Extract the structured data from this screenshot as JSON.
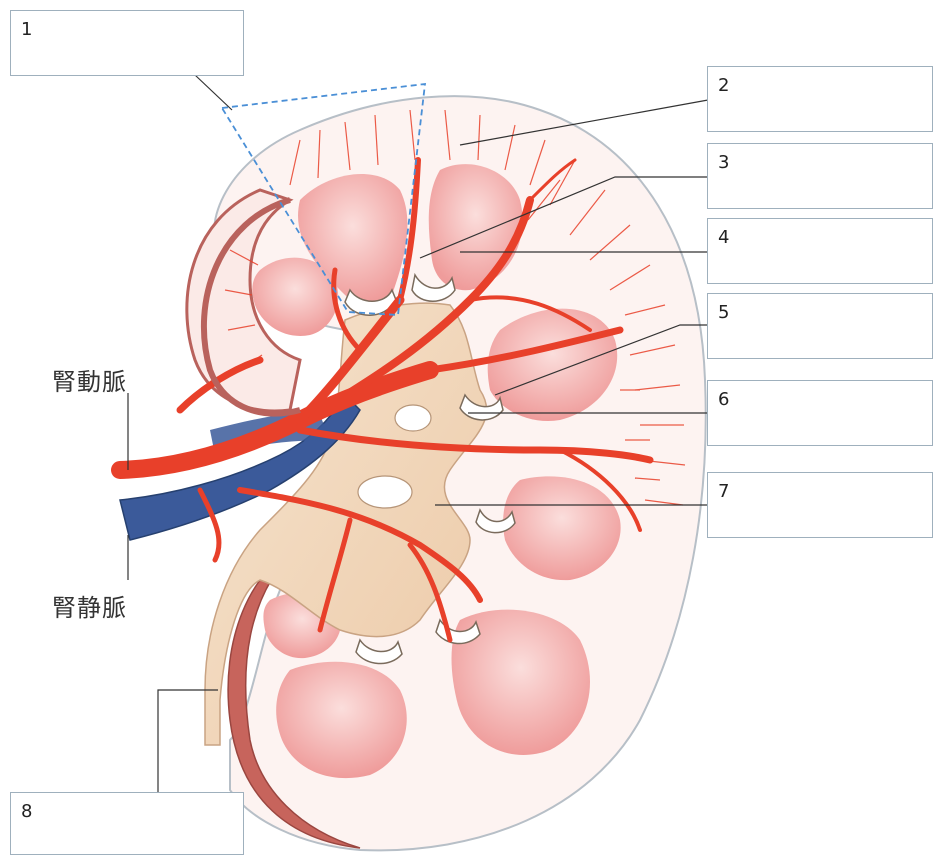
{
  "labels": [
    {
      "id": "1",
      "text": "1"
    },
    {
      "id": "2",
      "text": "2"
    },
    {
      "id": "3",
      "text": "3"
    },
    {
      "id": "4",
      "text": "4"
    },
    {
      "id": "5",
      "text": "5"
    },
    {
      "id": "6",
      "text": "6"
    },
    {
      "id": "7",
      "text": "7"
    },
    {
      "id": "8",
      "text": "8"
    }
  ],
  "vessels": {
    "renal_artery": "腎動脈",
    "renal_vein": "腎静脈"
  },
  "colors": {
    "artery": "#e8402a",
    "vein": "#3b5a9a",
    "cortex_bg": "#fdf3f1",
    "pyramid": "#f2a9a8",
    "pelvis": "#f3dcc2",
    "capsule": "#c7645c",
    "label_border": "#9fb0bd",
    "dashed_box": "#4a8fd6"
  }
}
